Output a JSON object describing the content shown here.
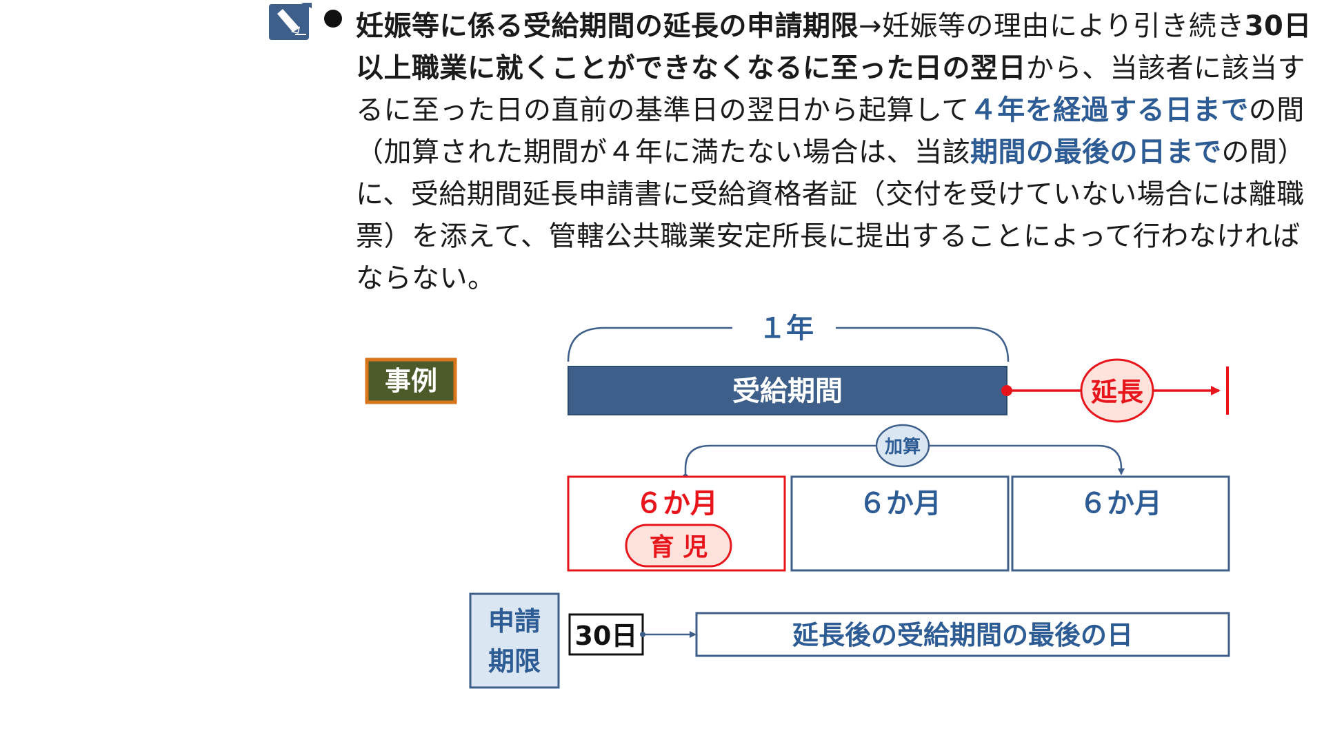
{
  "text": {
    "segments": [
      {
        "t": "妊娠等に係る受給期間の延長の申請期限",
        "style": "b"
      },
      {
        "t": "→妊娠等の理由により引き続き",
        "style": ""
      },
      {
        "t": "30日以上職業に就くことができなくなるに至った日の翌日",
        "style": "b"
      },
      {
        "t": "から、当該者に該当するに至った日の直前の基準日の翌日から起算して",
        "style": ""
      },
      {
        "t": "４年を経過する日まで",
        "style": "blue"
      },
      {
        "t": "の間（加算された期間が４年に満たない場合は、当該",
        "style": ""
      },
      {
        "t": "期間の最後の日まで",
        "style": "blue"
      },
      {
        "t": "の間）に、受給期間延長申請書に受給資格者証（交付を受けていない場合には離職票）を添えて、管轄公共職業安定所長に提出することによって行わなければならない。",
        "style": ""
      }
    ]
  },
  "diagram": {
    "example_label": "事例",
    "year_label": "１年",
    "period_label": "受給期間",
    "extension_label": "延長",
    "add_label": "加算",
    "blocks": [
      {
        "label": "６か月",
        "tag": "育 児"
      },
      {
        "label": "６か月",
        "tag": ""
      },
      {
        "label": "６か月",
        "tag": ""
      }
    ],
    "deadline_label_line1": "申請",
    "deadline_label_line2": "期限",
    "days_label": "30日",
    "last_day_label": "延長後の受給期間の最後の日"
  },
  "colors": {
    "navy": "#3e5f8a",
    "text_blue": "#2d5b94",
    "red": "#e8141c",
    "pink": "#fde3dc",
    "olive": "#4d5a2a",
    "orange": "#d9761c",
    "light_blue": "#dbe6f3"
  }
}
